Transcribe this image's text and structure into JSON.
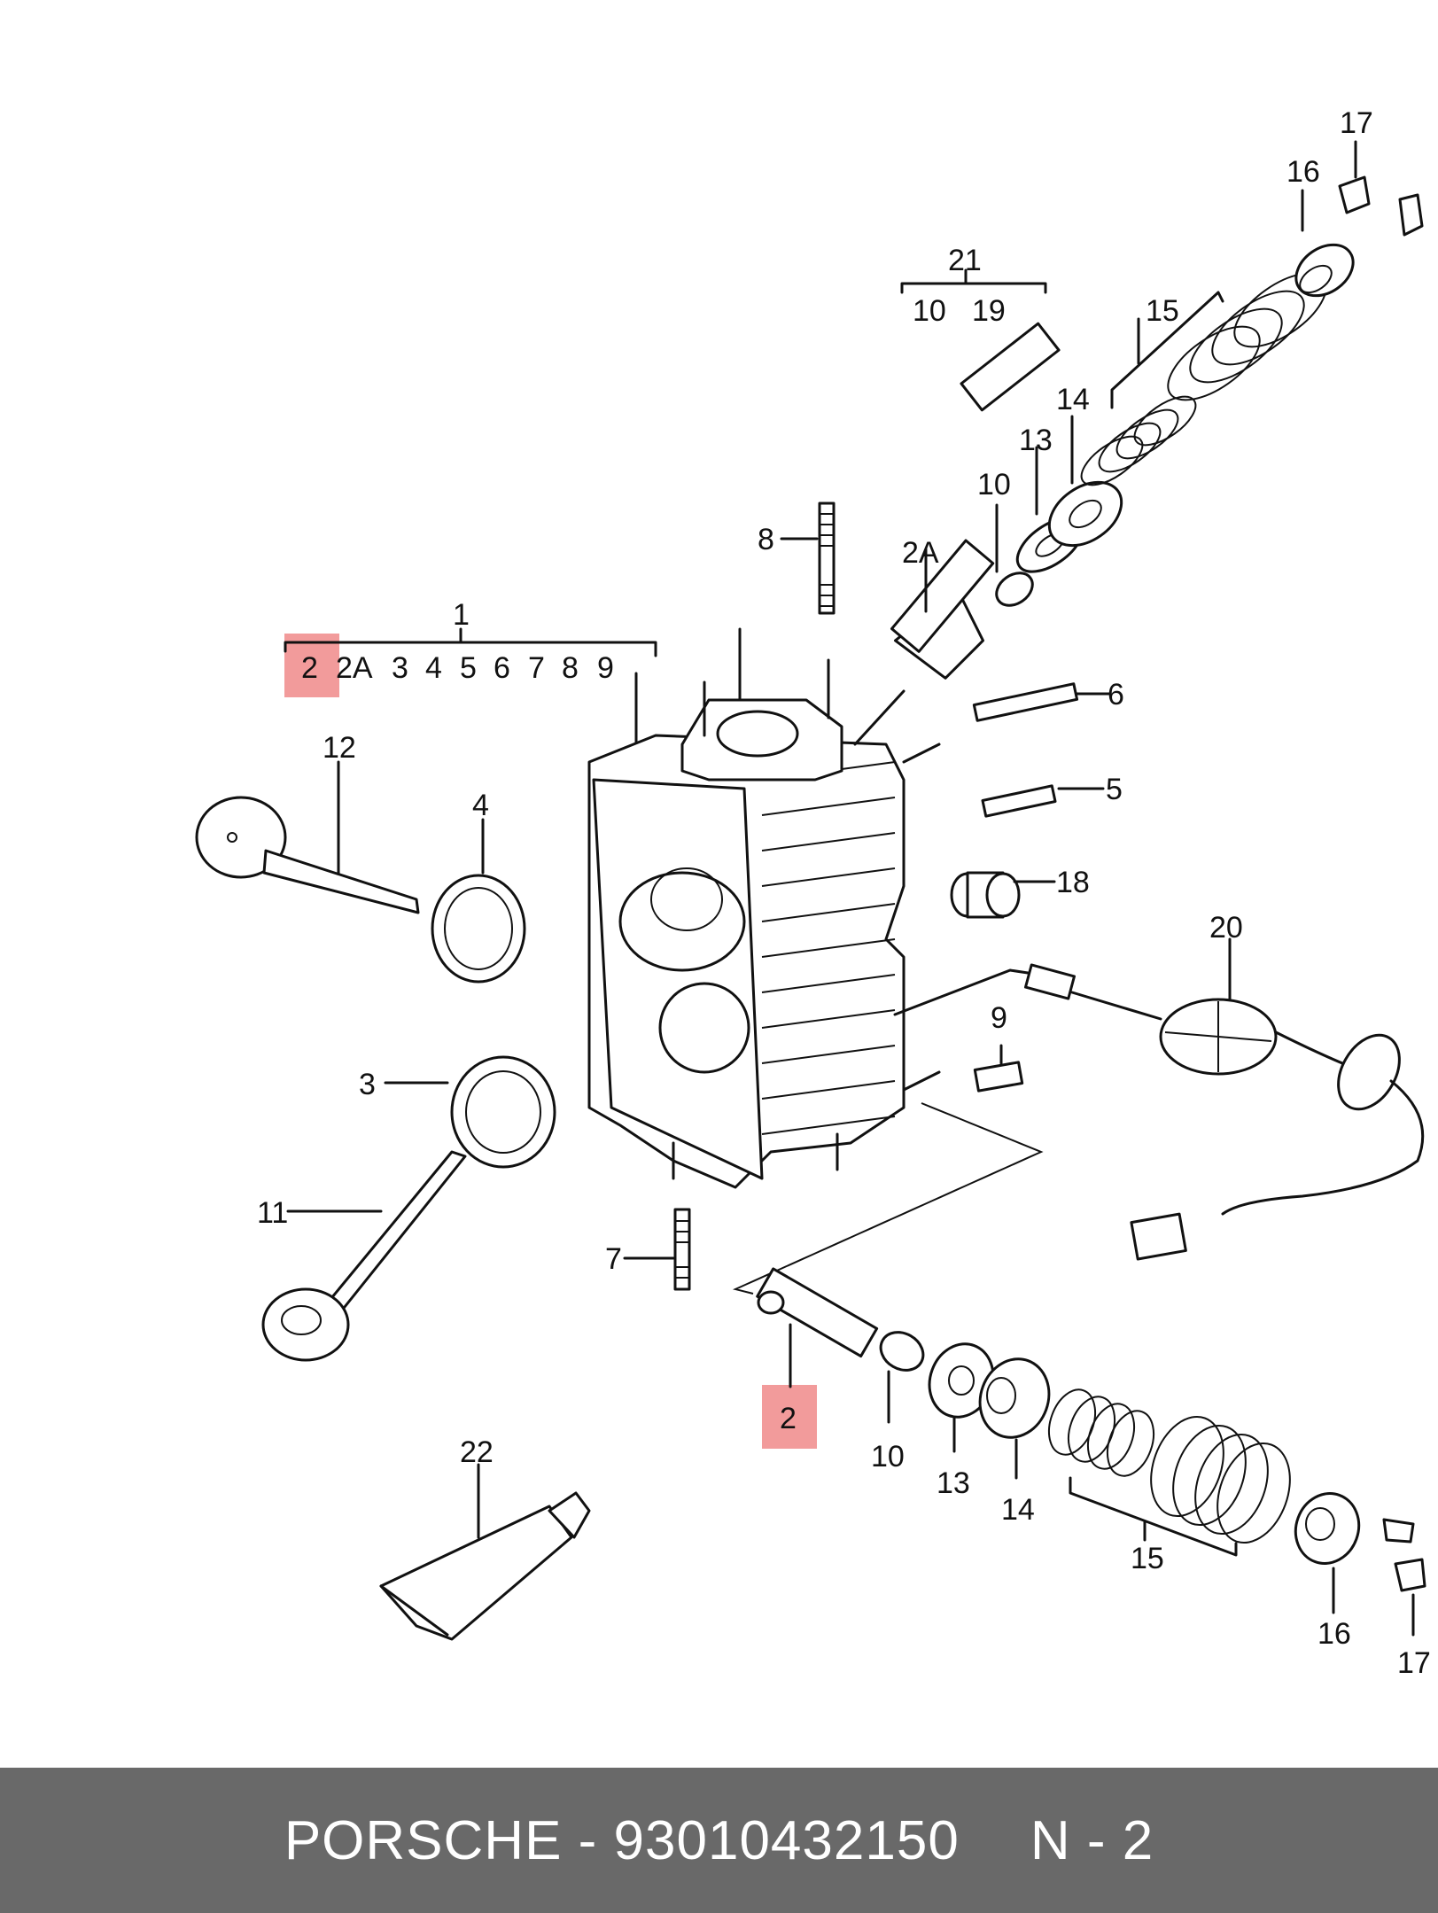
{
  "diagram": {
    "labels": {
      "l1": "1",
      "l2": "2",
      "l2a": "2A",
      "l3": "3",
      "l4": "4",
      "l5": "5",
      "l6": "6",
      "l7": "7",
      "l8": "8",
      "l9": "9",
      "l10a": "10",
      "l10b": "10",
      "l10c": "10",
      "l11": "11",
      "l12": "12",
      "l13a": "13",
      "l13b": "13",
      "l14a": "14",
      "l14b": "14",
      "l15a": "15",
      "l15b": "15",
      "l16a": "16",
      "l16b": "16",
      "l17a": "17",
      "l17b": "17",
      "l18": "18",
      "l19": "19",
      "l20": "20",
      "l21": "21",
      "l22": "22"
    },
    "group1_items": [
      "2",
      "2A",
      "3",
      "4",
      "5",
      "6",
      "7",
      "8",
      "9"
    ],
    "highlight_color": "#f08a8a"
  },
  "footer": {
    "part_text": "PORSCHE - 93010432150",
    "ref_text": "N - 2"
  }
}
